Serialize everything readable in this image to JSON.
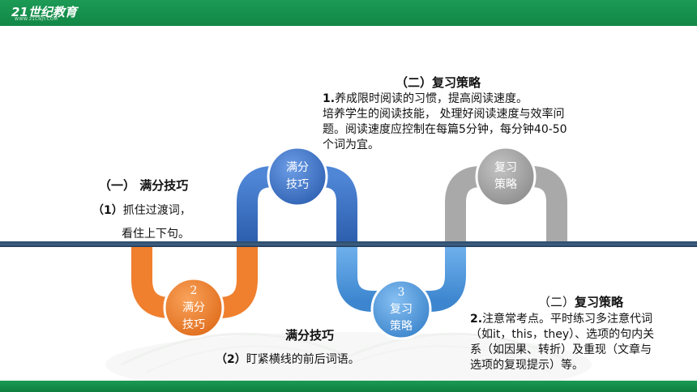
{
  "header": {
    "logo_text": "21世纪教育",
    "logo_sub": "WWW.21CNJY.COM"
  },
  "colors": {
    "header_green": "#1a9350",
    "line_navy": "#2f4e70",
    "blue_dark": "#3a6fc0",
    "blue_light": "#5a9ee0",
    "orange": "#f07f2e",
    "gray": "#a8a8a8"
  },
  "sections": {
    "left": {
      "title": "（一） 满分技巧",
      "item1_prefix": "（1）",
      "item1_line1": "抓住过渡词，",
      "item1_line2": "看住上下句。"
    },
    "top_center": {
      "title": "（二）复习策略",
      "point_num": "1.",
      "point_text": "养成限时阅读的习惯，提高阅读速度。",
      "lines": [
        "培养学生的阅读技能， 处理好阅读速度与效率问",
        "题。阅读速度应控制在每篇5分钟，每分钟40-50",
        "个词为宜。"
      ]
    },
    "bottom_center": {
      "title": "满分技巧",
      "item_prefix": "（2）",
      "item_text": "盯紧横线的前后词语。"
    },
    "right": {
      "title_prefix": "（二）",
      "title_bold": "复习策略",
      "point_num": "2.",
      "lines": [
        "注意常考点。平时练习多注意代词",
        "（如it，this，they）、选项的句内关",
        "系（如因果、转折）及重现（文章与",
        "选项的复现提示）等。"
      ]
    }
  },
  "nodes": [
    {
      "id": "node1",
      "lines": [
        "满分",
        "技巧"
      ]
    },
    {
      "id": "node2",
      "lines": [
        "2",
        "满分",
        "技巧"
      ]
    },
    {
      "id": "node3",
      "lines": [
        "3",
        "复习",
        "策略"
      ]
    },
    {
      "id": "node4",
      "lines": [
        "复习",
        "策略"
      ]
    }
  ]
}
